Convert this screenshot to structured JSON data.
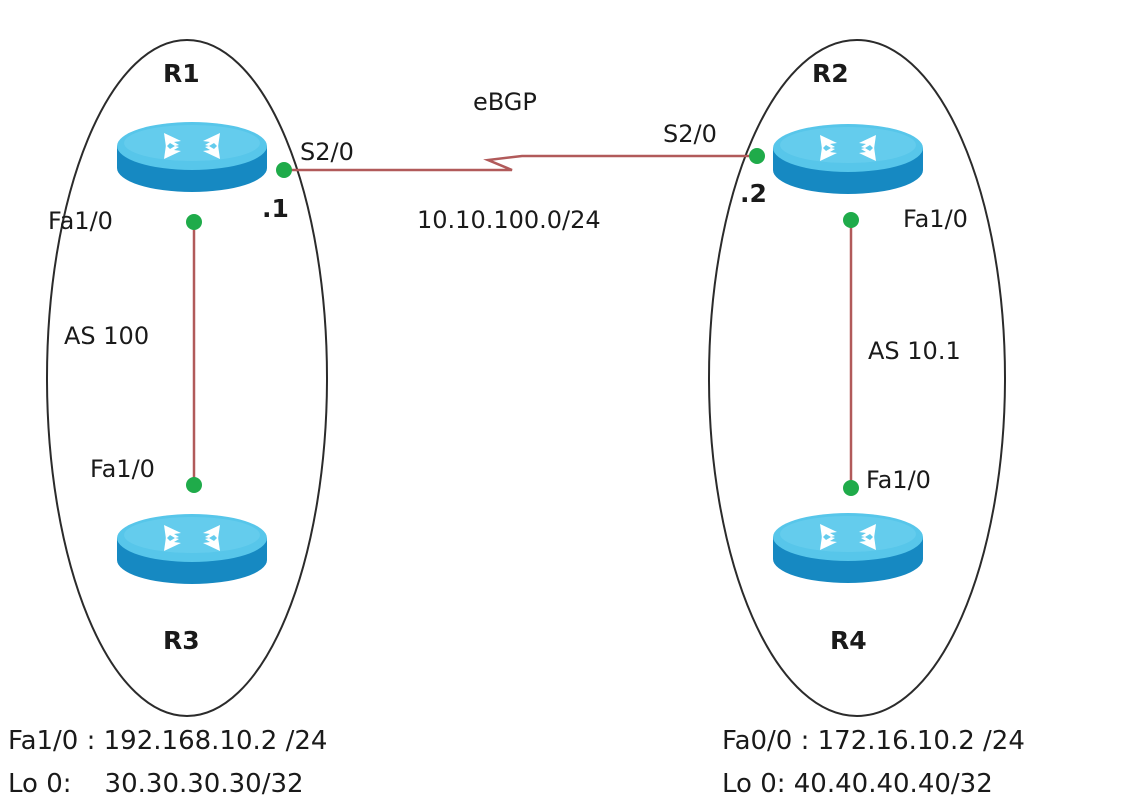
{
  "colors": {
    "link": "#b15a5a",
    "port_dot": "#1fab4a",
    "router_top": "#57c6ea",
    "router_side": "#1689c2",
    "outline": "#2b2b2b"
  },
  "routers": {
    "r1": {
      "name": "R1",
      "icon": "router-icon"
    },
    "r2": {
      "name": "R2",
      "icon": "router-icon"
    },
    "r3": {
      "name": "R3",
      "icon": "router-icon"
    },
    "r4": {
      "name": "R4",
      "icon": "router-icon"
    }
  },
  "link": {
    "protocol": "eBGP",
    "subnet": "10.10.100.0/24",
    "r1_port": "S2/0",
    "r2_port": "S2/0",
    "r1_host": ".1",
    "r2_host": ".2"
  },
  "left_as": {
    "label": "AS 100",
    "r1_port": "Fa1/0",
    "r3_port": "Fa1/0",
    "info_line1": "Fa1/0 : 192.168.10.2 /24",
    "info_line2": "Lo 0:    30.30.30.30/32"
  },
  "right_as": {
    "label": "AS 10.1",
    "r2_port": "Fa1/0",
    "r4_port": "Fa1/0",
    "info_line1": "Fa0/0 : 172.16.10.2 /24",
    "info_line2": "Lo 0: 40.40.40.40/32"
  }
}
